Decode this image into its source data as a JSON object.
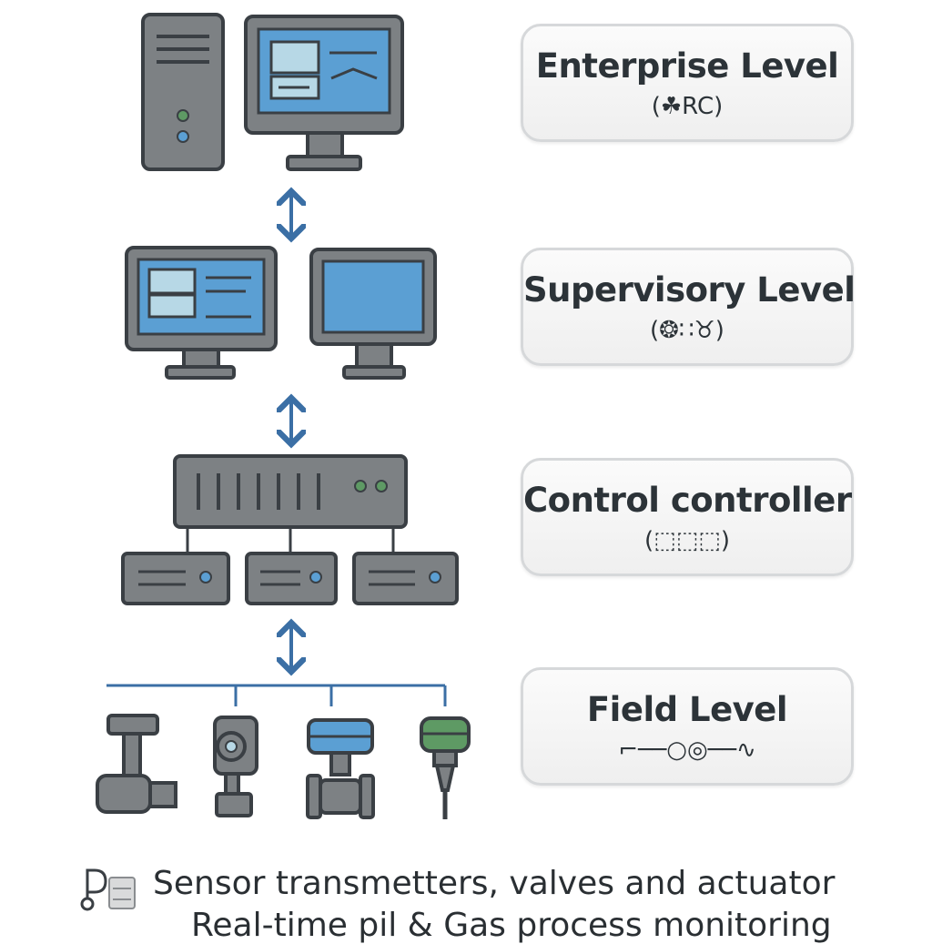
{
  "levels": [
    {
      "title": "Enterprise Level",
      "subtitle": "(☘RC)",
      "icon": "computer-workstation-icon"
    },
    {
      "title": "Supervisory Level",
      "subtitle": "(❂∷♉)",
      "icon": "hmi-monitors-icon"
    },
    {
      "title": "Control controller",
      "subtitle": "(⬚⬚⬚)",
      "icon": "plc-controller-icon"
    },
    {
      "title": "Field Level",
      "subtitle": "⌐──○◎──∿",
      "icon": "field-devices-icon"
    }
  ],
  "caption": {
    "line1": "Sensor transmetters, valves and actuator",
    "line2": "Real-time pil & Gas process monitoring"
  },
  "colors": {
    "device_gray": "#7d8184",
    "outline": "#3a3f44",
    "screen_blue": "#5b9fd3",
    "arrow_blue": "#3b6fa5",
    "green": "#5e9a64"
  }
}
